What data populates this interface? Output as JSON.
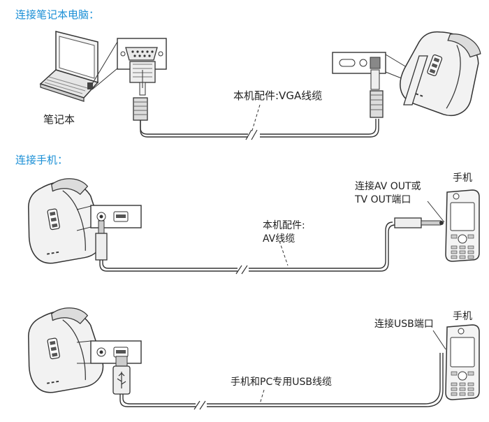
{
  "sections": {
    "laptop": {
      "heading": "连接笔记本电脑：",
      "device_label": "笔记本",
      "cable_label": "本机配件:VGA线缆"
    },
    "phone_av": {
      "heading": "连接手机：",
      "device_label": "手机",
      "port_label_line1": "连接AV OUT或",
      "port_label_line2": "TV OUT端口",
      "cable_label_line1": "本机配件:",
      "cable_label_line2": "AV线缆"
    },
    "phone_usb": {
      "device_label": "手机",
      "port_label": "连接USB端口",
      "cable_label": "手机和PC专用USB线缆"
    }
  },
  "colors": {
    "heading": "#1a8fd6",
    "line": "#333333",
    "cable_fill": "#e8e8e8",
    "device_fill": "#f0f0f0"
  },
  "icons": [
    "laptop-icon",
    "projector-icon",
    "mobile-phone-icon",
    "vga-connector-icon",
    "av-plug-icon",
    "usb-plug-icon"
  ]
}
